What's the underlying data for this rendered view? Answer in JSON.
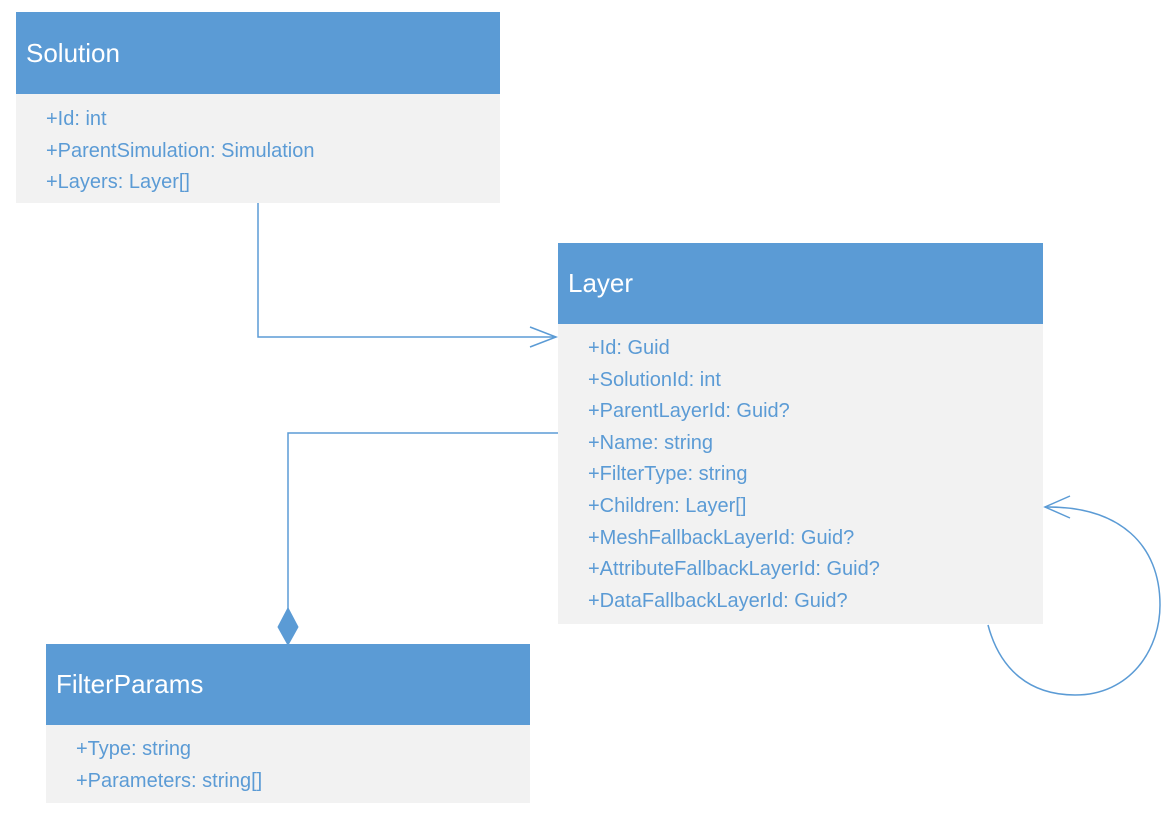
{
  "classes": {
    "solution": {
      "name": "Solution",
      "attributes": [
        "+Id: int",
        "+ParentSimulation: Simulation",
        "+Layers: Layer[]"
      ]
    },
    "layer": {
      "name": "Layer",
      "attributes": [
        "+Id: Guid",
        "+SolutionId: int",
        "+ParentLayerId: Guid?",
        "+Name: string",
        "+FilterType: string",
        "+Children: Layer[]",
        "+MeshFallbackLayerId: Guid?",
        "+AttributeFallbackLayerId: Guid?",
        "+DataFallbackLayerId: Guid?"
      ]
    },
    "filterparams": {
      "name": "FilterParams",
      "attributes": [
        "+Type: string",
        "+Parameters: string[]"
      ]
    }
  },
  "relations": [
    {
      "from": "Solution",
      "to": "Layer",
      "kind": "association",
      "navigable": true
    },
    {
      "from": "Layer",
      "to": "FilterParams",
      "kind": "composition"
    },
    {
      "from": "Layer",
      "to": "Layer",
      "kind": "self-association",
      "navigable": true
    }
  ],
  "colors": {
    "header": "#5b9bd5",
    "body": "#f2f2f2",
    "text": "#5b9bd5",
    "line": "#5b9bd5"
  }
}
